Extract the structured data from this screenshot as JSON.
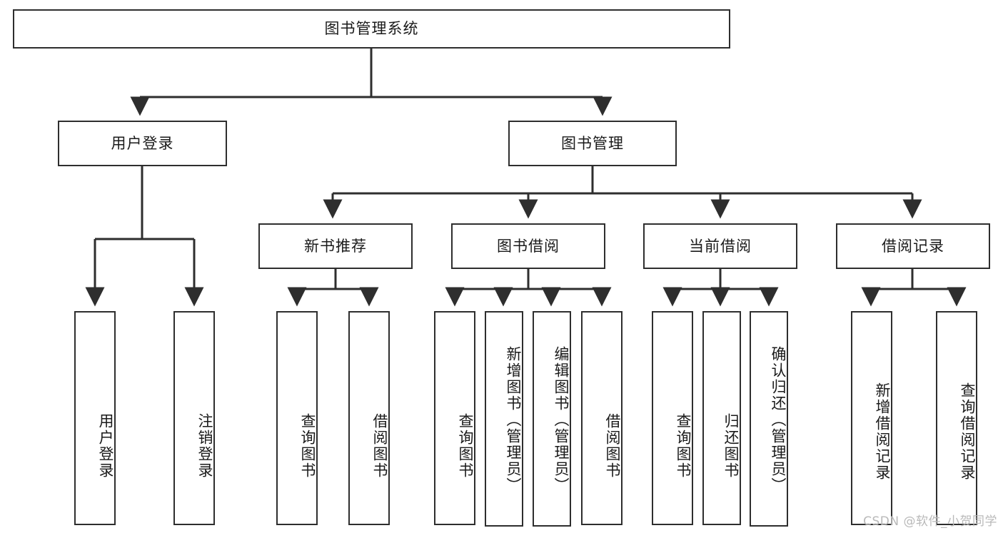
{
  "diagram": {
    "title": "图书管理系统",
    "type": "tree-hierarchy",
    "watermark": "CSDN @软件_小贺同学",
    "line_color": "#2e2e2e",
    "box_fill": "#ffffff",
    "text_color": "#1a1a1a"
  },
  "nodes": {
    "root": {
      "label": "图书管理系统"
    },
    "level2": [
      {
        "label": "用户登录"
      },
      {
        "label": "图书管理"
      }
    ],
    "level3": [
      {
        "label": "新书推荐"
      },
      {
        "label": "图书借阅"
      },
      {
        "label": "当前借阅"
      },
      {
        "label": "借阅记录"
      }
    ],
    "leaves": {
      "user_login": [
        {
          "label": "用户登录"
        },
        {
          "label": "注销登录"
        }
      ],
      "new_book_recommend": [
        {
          "label": "查询图书"
        },
        {
          "label": "借阅图书"
        }
      ],
      "book_borrow": [
        {
          "label": "查询图书"
        },
        {
          "label": "新增图书（管理员）"
        },
        {
          "label": "编辑图书（管理员）"
        },
        {
          "label": "借阅图书"
        }
      ],
      "current_borrow": [
        {
          "label": "查询图书"
        },
        {
          "label": "归还图书"
        },
        {
          "label": "确认归还（管理员）"
        }
      ],
      "borrow_record": [
        {
          "label": "新增借阅记录"
        },
        {
          "label": "查询借阅记录"
        }
      ]
    }
  }
}
